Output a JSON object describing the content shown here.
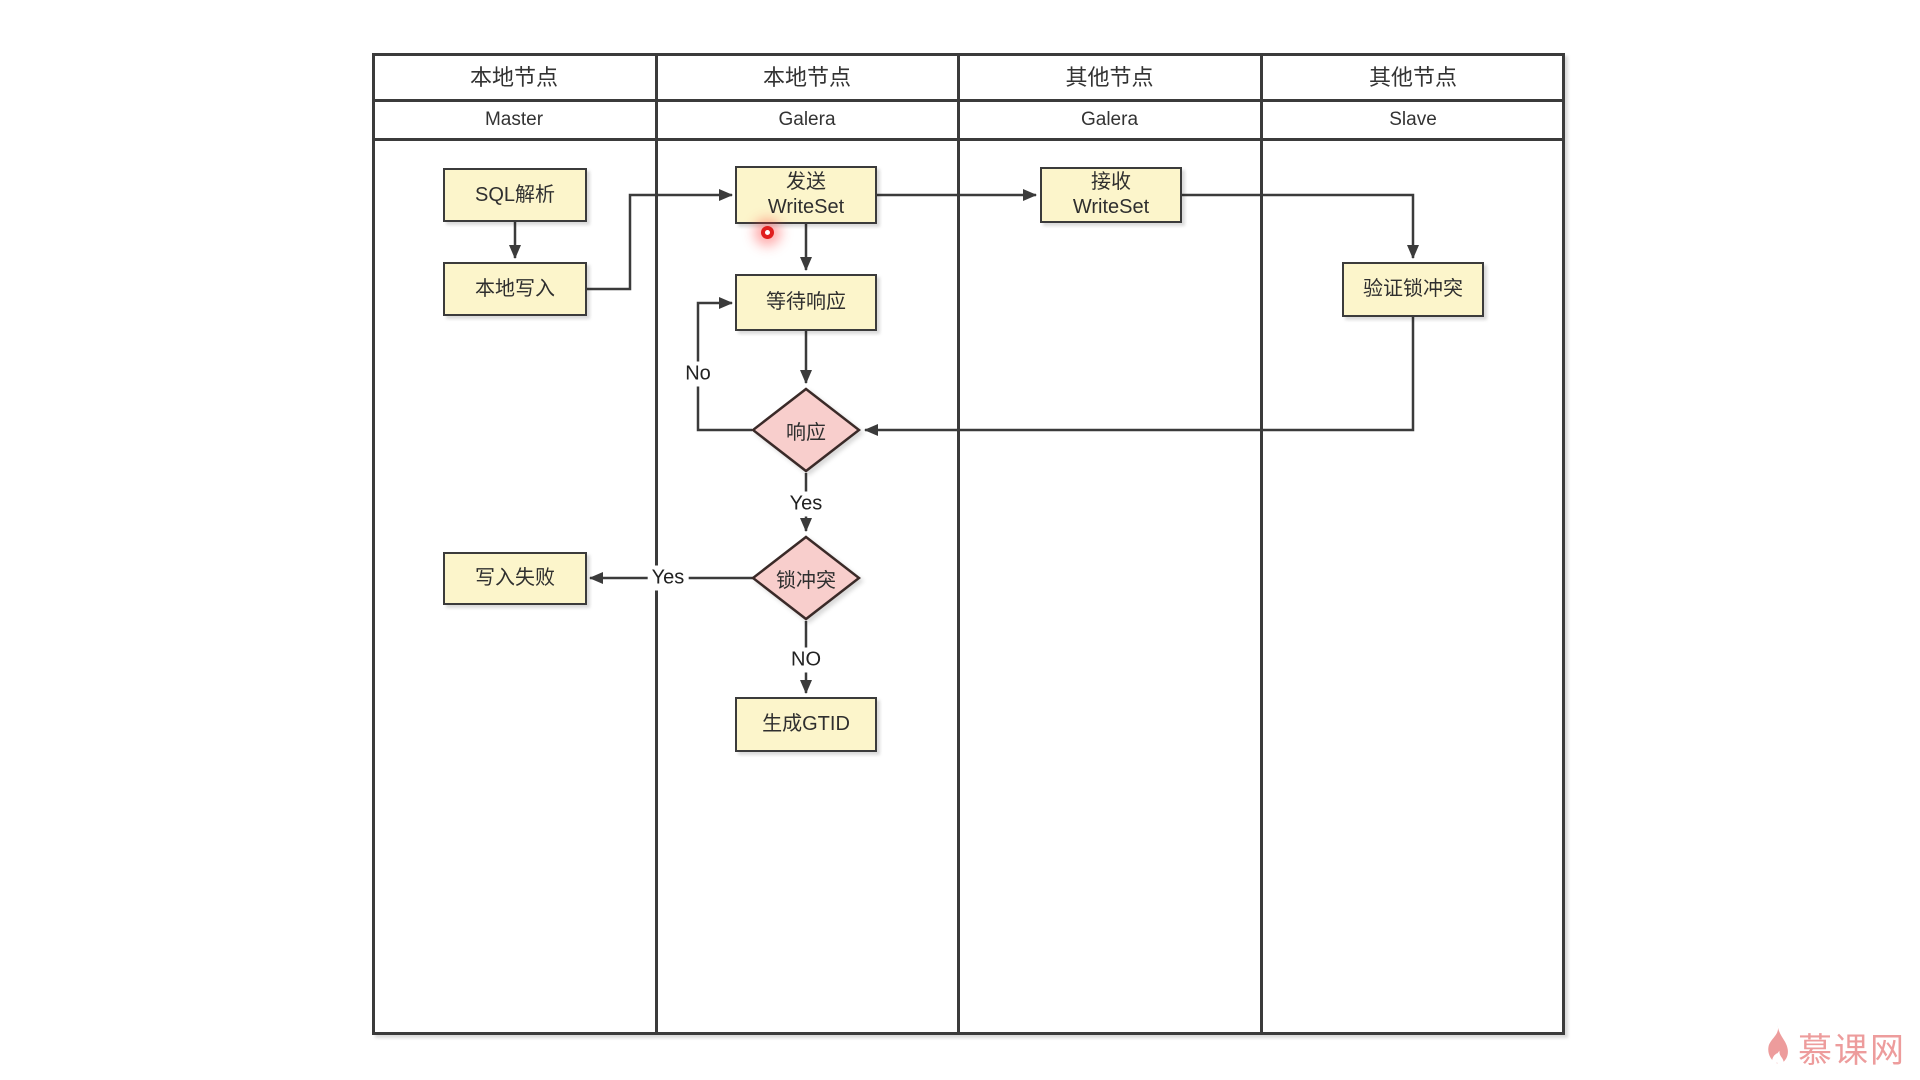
{
  "swimlanes": {
    "columns": [
      {
        "group": "本地节点",
        "name": "Master"
      },
      {
        "group": "本地节点",
        "name": "Galera"
      },
      {
        "group": "其他节点",
        "name": "Galera"
      },
      {
        "group": "其他节点",
        "name": "Slave"
      }
    ]
  },
  "nodes": {
    "sql_parse": {
      "label": "SQL解析",
      "type": "process"
    },
    "local_write": {
      "label": "本地写入",
      "type": "process"
    },
    "send_writeset": {
      "line1": "发送",
      "line2": "WriteSet",
      "type": "process"
    },
    "recv_writeset": {
      "line1": "接收",
      "line2": "WriteSet",
      "type": "process"
    },
    "verify_lock": {
      "label": "验证锁冲突",
      "type": "process"
    },
    "wait_response": {
      "label": "等待响应",
      "type": "process"
    },
    "response": {
      "label": "响应",
      "type": "decision"
    },
    "lock_conflict": {
      "label": "锁冲突",
      "type": "decision"
    },
    "write_fail": {
      "label": "写入失败",
      "type": "process"
    },
    "gen_gtid": {
      "label": "生成GTID",
      "type": "process"
    }
  },
  "edge_labels": {
    "response_no": "No",
    "response_yes": "Yes",
    "conflict_yes": "Yes",
    "conflict_no": "NO"
  },
  "watermark": {
    "text": "慕课网"
  },
  "colors": {
    "process_fill": "#fcf5cb",
    "decision_fill": "#f8cecc",
    "stroke": "#3b3b3b",
    "watermark": "#ed9c9c",
    "laser_dot": "#e01e1e"
  }
}
